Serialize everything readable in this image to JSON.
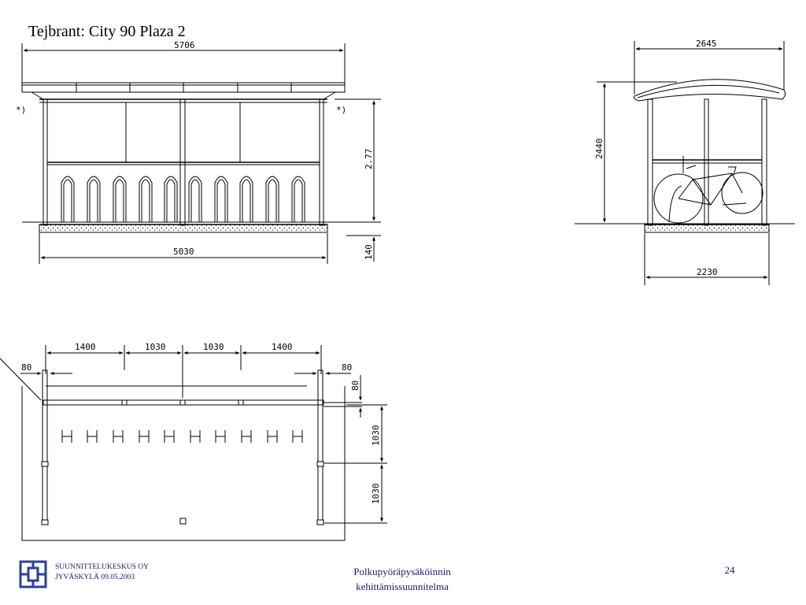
{
  "slide": {
    "title": "Tejbrant: City 90 Plaza 2",
    "page_number": "24"
  },
  "front_view": {
    "overall_width": "5706",
    "base_width": "5030",
    "height": "2.77",
    "base_height": "140",
    "note_left": "*)",
    "note_right": "*)"
  },
  "side_view": {
    "roof_width": "2645",
    "height": "2440",
    "base_width": "2230"
  },
  "plan_view": {
    "spans": [
      "1400",
      "1030",
      "1030",
      "1400"
    ],
    "edge_left": "80",
    "edge_right": "80",
    "side_small": "80",
    "depth_upper": "1030",
    "depth_lower": "1030"
  },
  "footer": {
    "company_line1": "Suunnittelukeskus Oy",
    "company_line2": "Jyväskylä  09.05.2003",
    "center_line1": "Polkupyöräpysäköinnin",
    "center_line2": "kehittämissuunnitelma"
  },
  "colors": {
    "ink": "#000000",
    "footer_text": "#1a1a66"
  }
}
